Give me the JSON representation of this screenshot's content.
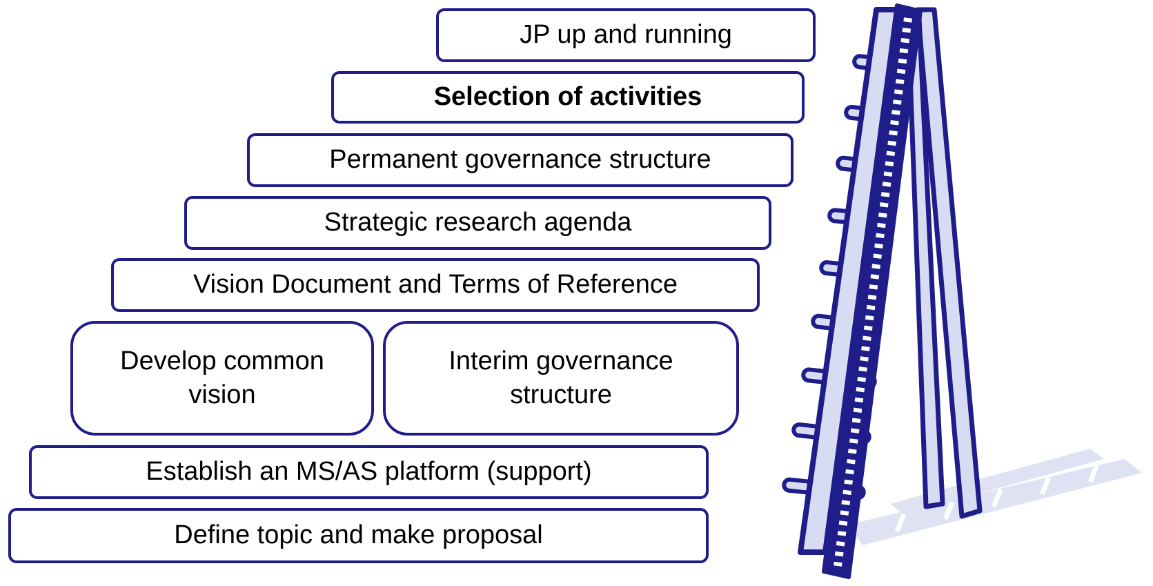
{
  "steps": {
    "s9": "JP up and running",
    "s8": "Selection of activities",
    "s7": "Permanent governance structure",
    "s6": "Strategic research agenda",
    "s5": "Vision Document and Terms of Reference",
    "s4a": "Develop common vision",
    "s4b": "Interim governance structure",
    "s3": "Establish an MS/AS platform (support)",
    "s2": "Define topic and make proposal"
  },
  "colors": {
    "outline": "#1f1d8a",
    "ladder_face": "#d8dcf2",
    "shadow": "#dfe2f2"
  },
  "icons": [
    "ladder-icon"
  ]
}
